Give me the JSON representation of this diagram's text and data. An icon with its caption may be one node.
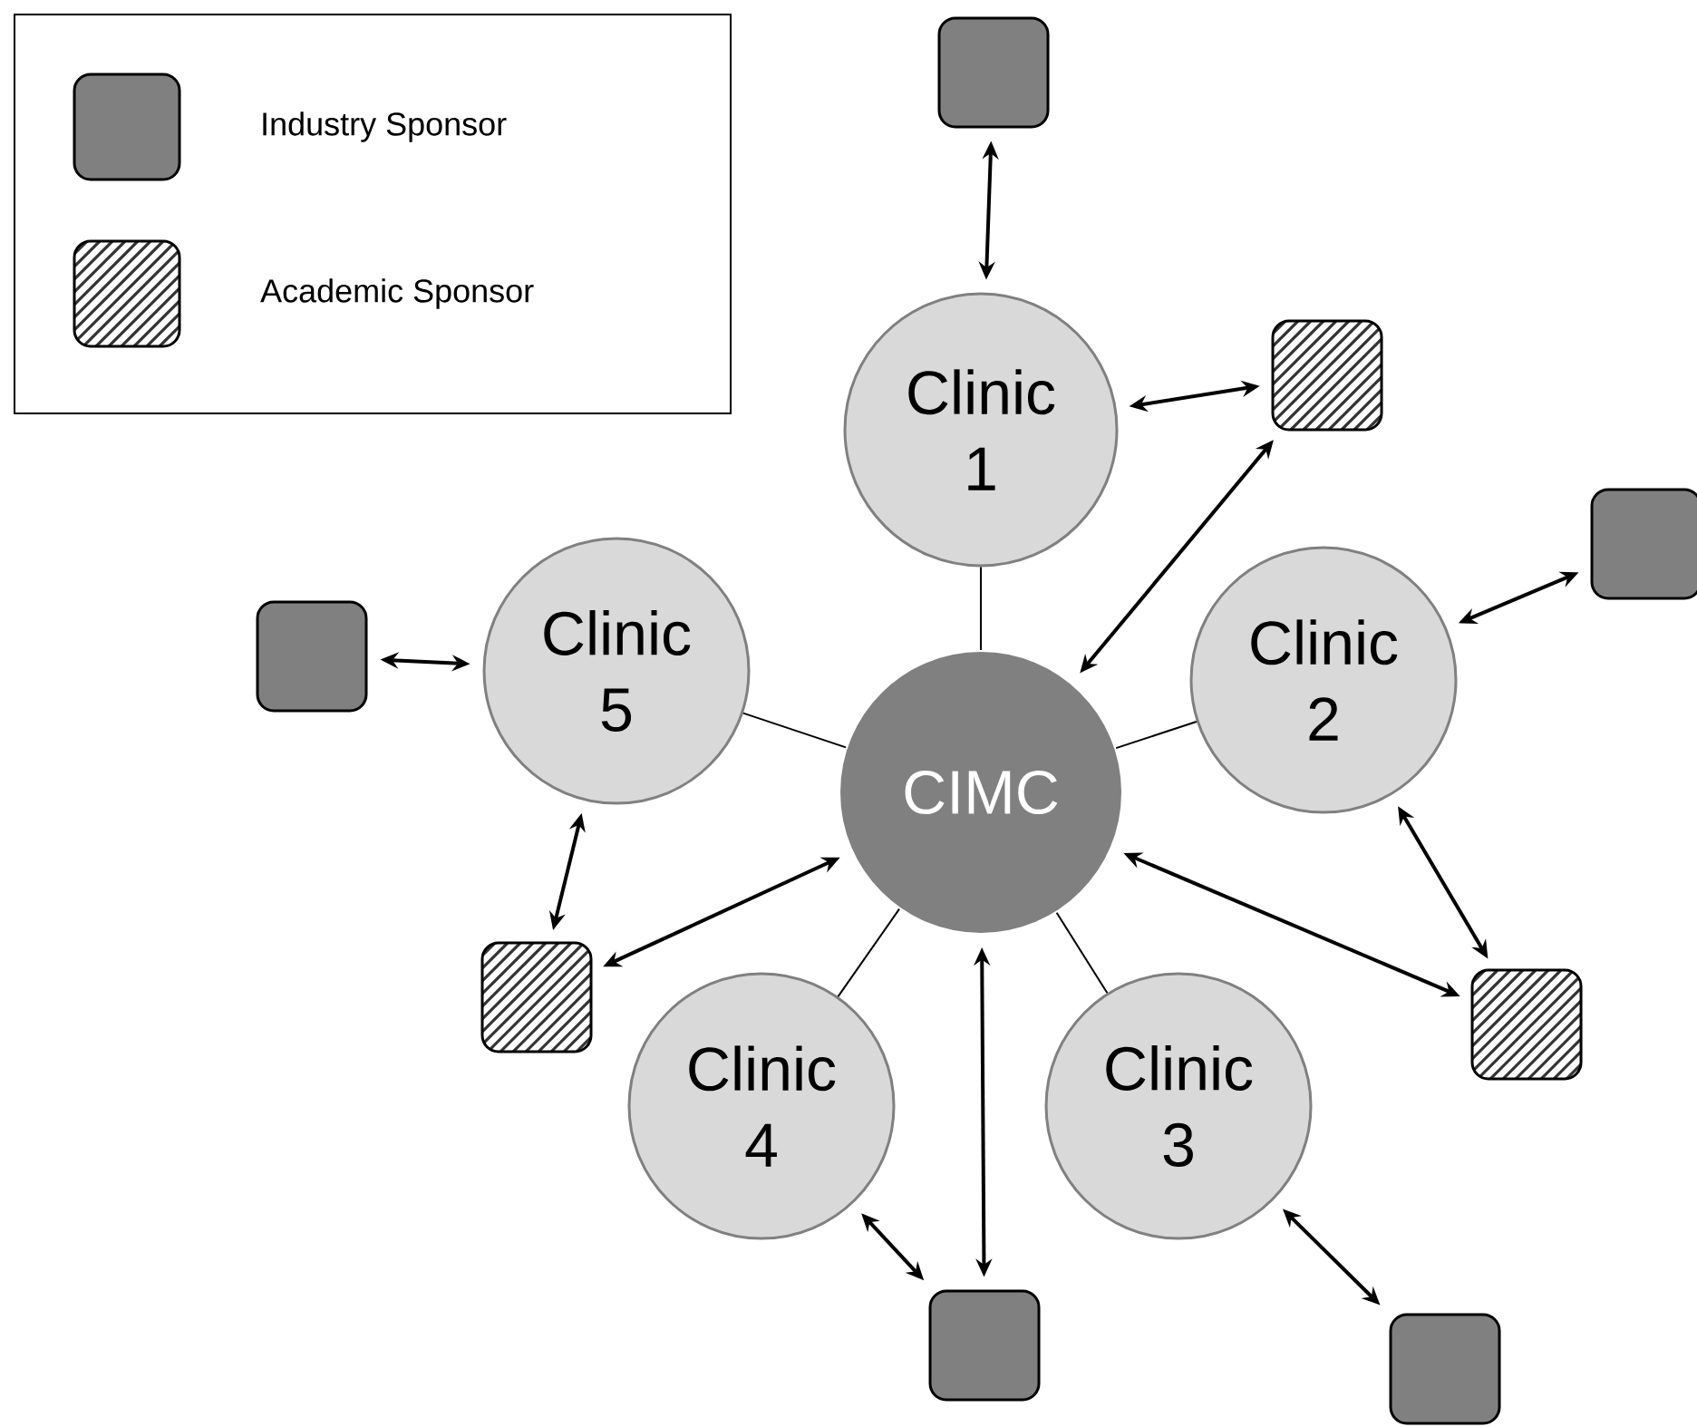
{
  "diagram": {
    "nodes": [
      {
        "text": [
          "Clinic 1"
        ]
      },
      {
        "text": [
          "Clinic 2"
        ]
      },
      {
        "text": [
          "Clinic 3"
        ]
      },
      {
        "text": [
          "Clinic 4"
        ]
      },
      {
        "text": [
          "Clinic 5"
        ]
      },
      {
        "text": [
          "CIMC"
        ]
      },
      {
        "text": [],
        "shape": "box"
      },
      {
        "text": [],
        "shape": "box"
      },
      {
        "text": [],
        "shape": "box"
      },
      {
        "text": [],
        "shape": "box"
      },
      {
        "text": [],
        "shape": "box"
      },
      {
        "text": [],
        "shape": "box"
      },
      {
        "text": [],
        "shape": "box"
      },
      {
        "text": [],
        "shape": "box"
      }
    ],
    "edges": [
      {
        "from": 0,
        "to": 5,
        "arrow": "none"
      },
      {
        "from": 1,
        "to": 5,
        "arrow": "none"
      },
      {
        "from": 2,
        "to": 5,
        "arrow": "none"
      },
      {
        "from": 3,
        "to": 5,
        "arrow": "none"
      },
      {
        "from": 4,
        "to": 5,
        "arrow": "none"
      },
      {
        "from": 6,
        "to": 0,
        "arrow": "both"
      },
      {
        "from": 0,
        "to": 7,
        "arrow": "both"
      },
      {
        "from": 7,
        "to": 5,
        "arrow": "both"
      },
      {
        "from": 1,
        "to": 8,
        "arrow": "both"
      },
      {
        "from": 9,
        "to": 4,
        "arrow": "both"
      },
      {
        "from": 4,
        "to": 10,
        "arrow": "both"
      },
      {
        "from": 10,
        "to": 5,
        "arrow": "both"
      },
      {
        "from": 1,
        "to": 11,
        "arrow": "both"
      },
      {
        "from": 11,
        "to": 5,
        "arrow": "both"
      },
      {
        "from": 12,
        "to": 5,
        "arrow": "both"
      },
      {
        "from": 3,
        "to": 12,
        "arrow": "both"
      },
      {
        "from": 2,
        "to": 13,
        "arrow": "both"
      }
    ],
    "legend": [
      {
        "text": "Industry Sponsor",
        "color": "#808080"
      },
      {
        "text": "Academic Sponsor"
      }
    ]
  }
}
